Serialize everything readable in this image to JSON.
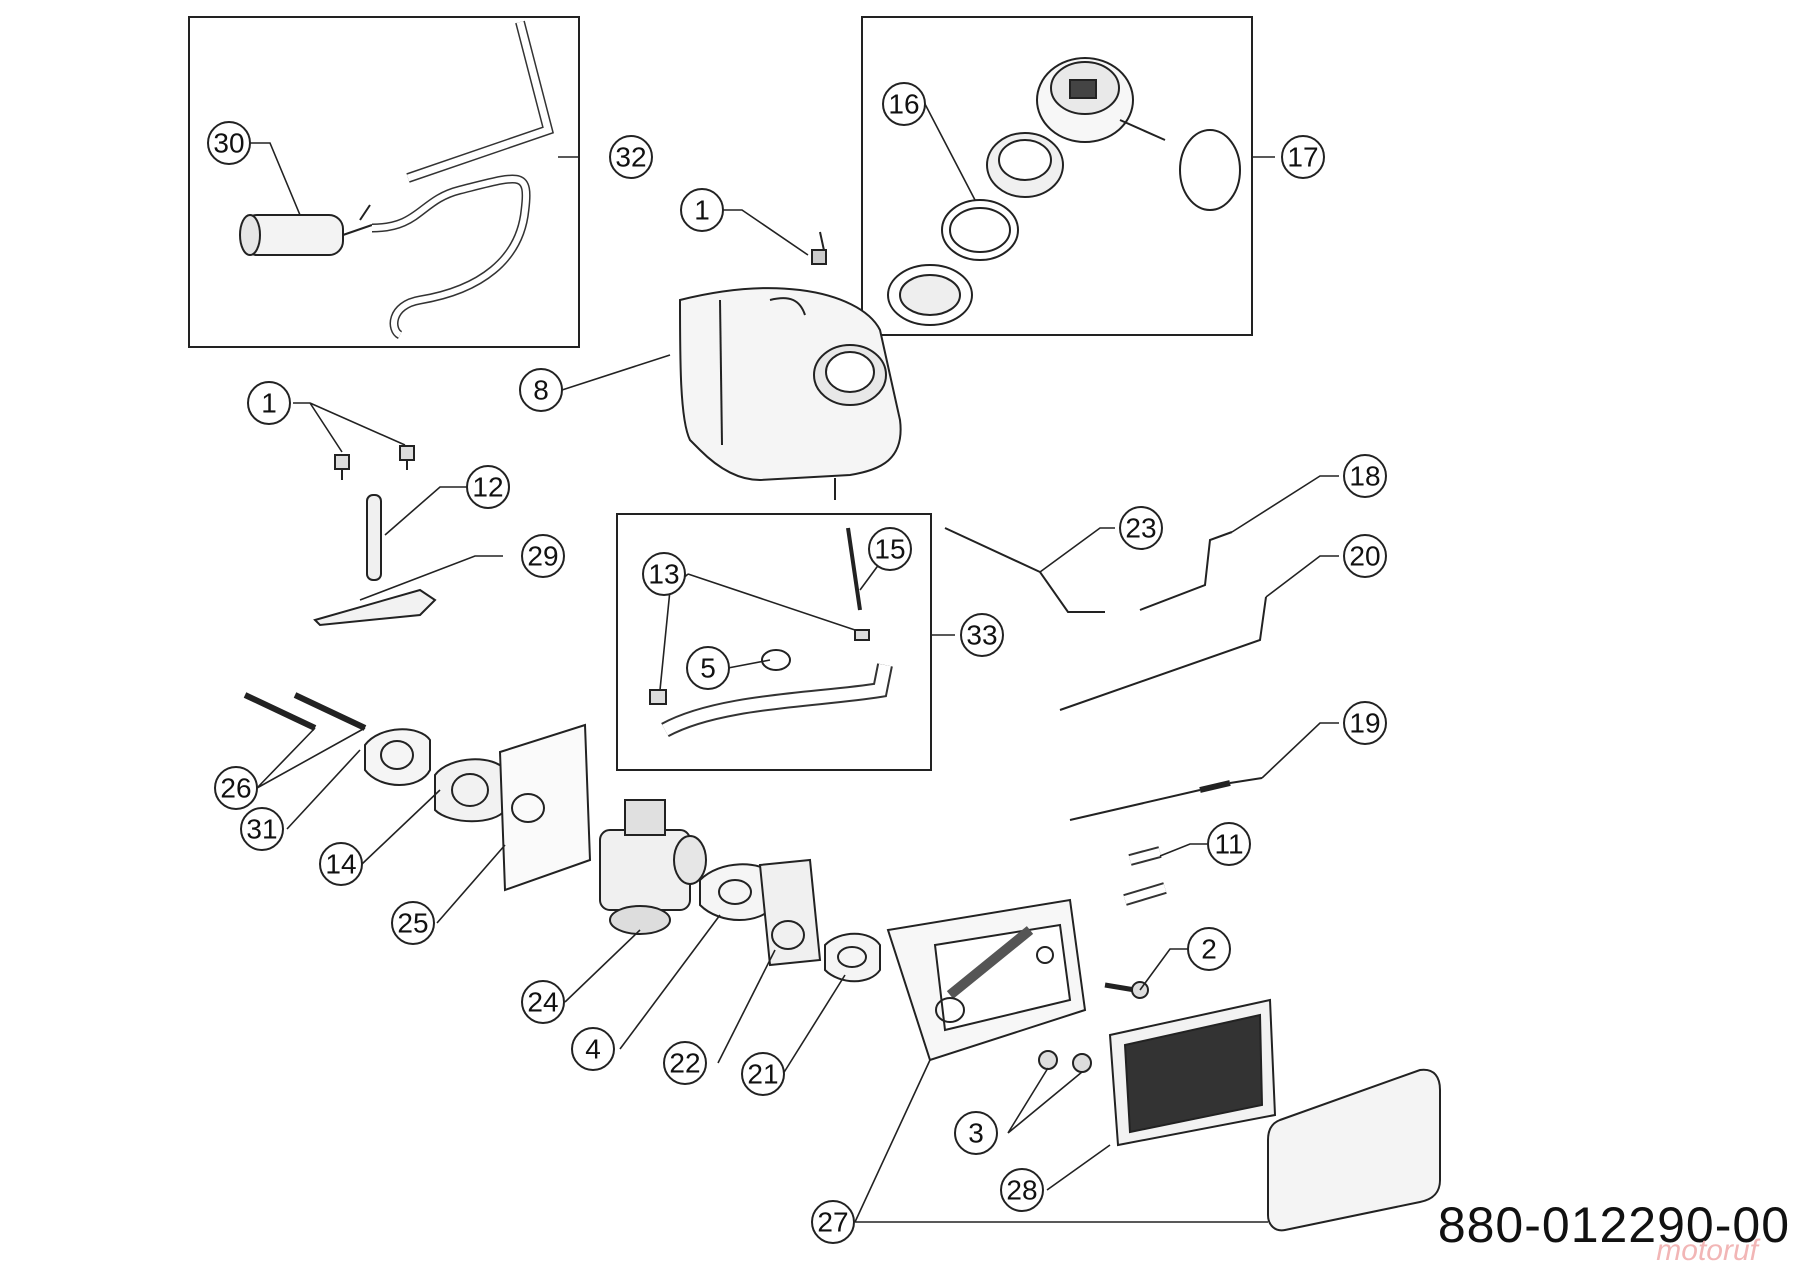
{
  "callouts": {
    "c30": "30",
    "c32": "32",
    "c16": "16",
    "c17": "17",
    "c1a": "1",
    "c8": "8",
    "c1b": "1",
    "c12": "12",
    "c29": "29",
    "c23": "23",
    "c18": "18",
    "c20": "20",
    "c15": "15",
    "c13": "13",
    "c5": "5",
    "c33": "33",
    "c19": "19",
    "c26": "26",
    "c31": "31",
    "c14": "14",
    "c25": "25",
    "c11": "11",
    "c2": "2",
    "c24": "24",
    "c4": "4",
    "c22": "22",
    "c21": "21",
    "c3": "3",
    "c28": "28",
    "c27": "27"
  },
  "drawing_number": "880-012290-00",
  "watermark": "motoruf"
}
